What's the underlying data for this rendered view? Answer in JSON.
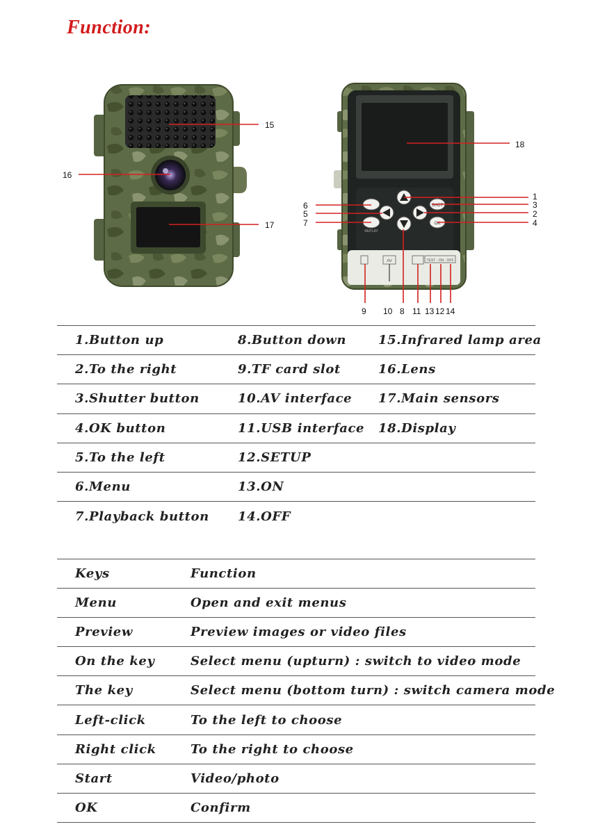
{
  "title": "Function:",
  "front_callouts": [
    "15",
    "16",
    "17"
  ],
  "back_callouts": [
    "18",
    "1",
    "6",
    "3",
    "5",
    "2",
    "7",
    "4",
    "9",
    "10",
    "8",
    "11",
    "13",
    "12",
    "14"
  ],
  "device_labels": {
    "av": "AV",
    "shot": "SHOT",
    "ok": "OK",
    "replay": "REPLAY",
    "switch": "TEST - ON - OFF"
  },
  "parts": [
    [
      "1.Button up",
      "8.Button down",
      "15.Infrared lamp area"
    ],
    [
      "2.To the right",
      "9.TF card slot",
      "16.Lens"
    ],
    [
      "3.Shutter button",
      "10.AV interface",
      "17.Main sensors"
    ],
    [
      "4.OK button",
      "11.USB interface",
      "18.Display"
    ],
    [
      "5.To the left",
      "12.SETUP",
      ""
    ],
    [
      "6.Menu",
      "13.ON",
      ""
    ],
    [
      "7.Playback button",
      "14.OFF",
      ""
    ]
  ],
  "keys_header": [
    "Keys",
    "Function"
  ],
  "keys": [
    [
      "Menu",
      "Open and exit menus"
    ],
    [
      "Preview",
      "Preview images or video files"
    ],
    [
      "On the key",
      "Select menu (upturn) : switch to video mode"
    ],
    [
      "The key",
      "Select menu (bottom turn) : switch camera mode"
    ],
    [
      "Left-click",
      "To the left to choose"
    ],
    [
      "Right click",
      "To the right to choose"
    ],
    [
      "Start",
      "Video/photo"
    ],
    [
      "OK",
      "Confirm"
    ]
  ],
  "colors": {
    "title": "#d31b1b",
    "callout_line": "#d42020",
    "camo_base": "#5d6b46"
  }
}
